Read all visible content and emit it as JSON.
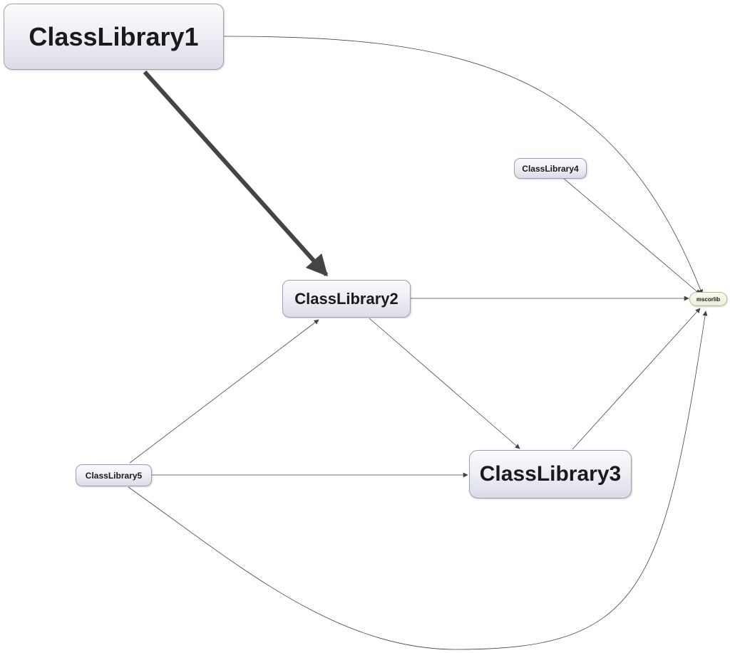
{
  "diagram": {
    "nodes": {
      "classlibrary1": "ClassLibrary1",
      "classlibrary2": "ClassLibrary2",
      "classlibrary3": "ClassLibrary3",
      "classlibrary4": "ClassLibrary4",
      "classlibrary5": "ClassLibrary5",
      "mscorlib": "mscorlib"
    },
    "edges": [
      {
        "from": "ClassLibrary1",
        "to": "ClassLibrary2",
        "weight": "heavy"
      },
      {
        "from": "ClassLibrary1",
        "to": "mscorlib"
      },
      {
        "from": "ClassLibrary4",
        "to": "mscorlib"
      },
      {
        "from": "ClassLibrary2",
        "to": "mscorlib"
      },
      {
        "from": "ClassLibrary2",
        "to": "ClassLibrary3"
      },
      {
        "from": "ClassLibrary3",
        "to": "mscorlib"
      },
      {
        "from": "ClassLibrary5",
        "to": "ClassLibrary2"
      },
      {
        "from": "ClassLibrary5",
        "to": "ClassLibrary3"
      },
      {
        "from": "ClassLibrary5",
        "to": "mscorlib"
      }
    ],
    "colors": {
      "edge": "#444444",
      "node_border": "#9aa0b4",
      "node_fill": "#ececf3",
      "mscorlib_fill": "#f3f3e0"
    }
  }
}
